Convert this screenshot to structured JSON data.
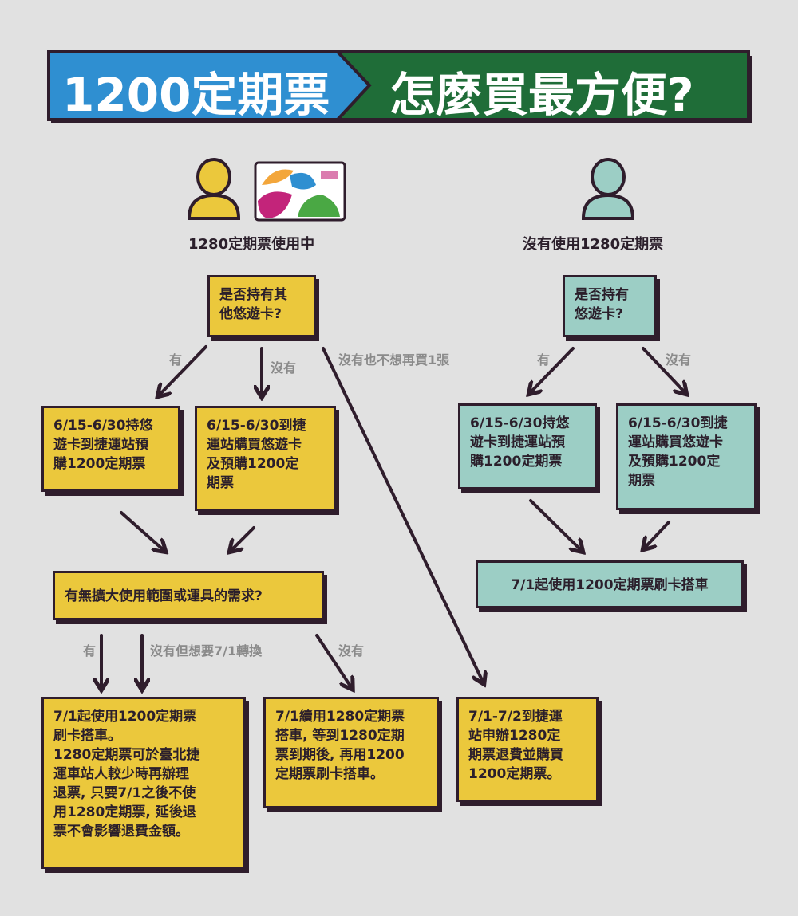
{
  "title": {
    "left": "1200定期票",
    "right": "怎麼買最方便?"
  },
  "colors": {
    "blue": "#2f8fd1",
    "green": "#1f6d38",
    "yellow": "#ebc83c",
    "teal": "#9ccec5",
    "dark": "#2f1d2c"
  },
  "left": {
    "persona": "1280定期票使用中",
    "question": "是否持有其\n他悠遊卡?",
    "edge_yes": "有",
    "edge_no": "沒有",
    "edge_skip": "沒有也不想再買1張",
    "box_yes": "6/15-6/30持悠\n遊卡到捷運站預\n購1200定期票",
    "box_no": "6/15-6/30到捷\n運站購買悠遊卡\n及預購1200定\n期票",
    "question2": "有無擴大使用範圍或運具的需求?",
    "edge2_yes": "有",
    "edge2_switch": "沒有但想要7/1轉換",
    "edge2_no": "沒有",
    "result_a": "7/1起使用1200定期票\n刷卡搭車。\n1280定期票可於臺北捷\n運車站人較少時再辦理\n退票, 只要7/1之後不使\n用1280定期票, 延後退\n票不會影響退費金額。",
    "result_b": "7/1續用1280定期票\n搭車, 等到1280定期\n票到期後, 再用1200\n定期票刷卡搭車。",
    "result_c": "7/1-7/2到捷運\n站申辦1280定\n期票退費並購買\n1200定期票。"
  },
  "right": {
    "persona": "沒有使用1280定期票",
    "question": "是否持有\n悠遊卡?",
    "edge_yes": "有",
    "edge_no": "沒有",
    "box_yes": "6/15-6/30持悠\n遊卡到捷運站預\n購1200定期票",
    "box_no": "6/15-6/30到捷\n運站購買悠遊卡\n及預購1200定\n期票",
    "result": "7/1起使用1200定期票刷卡搭車"
  },
  "icons": {
    "person_left": "person-icon",
    "card": "easycard-icon",
    "person_right": "person-icon"
  }
}
